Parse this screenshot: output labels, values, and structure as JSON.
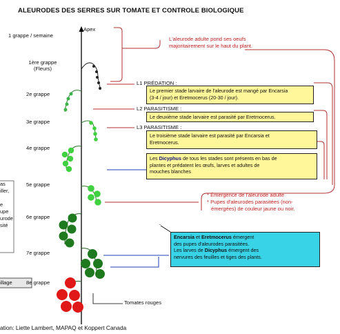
{
  "title": "ALEURODES DES SERRES SUR TOMATE ET CONTROLE BIOLOGIQUE",
  "apex": "Apex",
  "grappes": {
    "g1": "1 grappe / semaine",
    "g1ere_a": "1ère grappe",
    "g1ere_b": "(Fleurs)",
    "g2": "2e grappe",
    "g3": "3e grappe",
    "g4": "4e grappe",
    "g5": "5e grappe",
    "g6": "6e grappe",
    "g7": "7e grappe",
    "g8": "8e grappe"
  },
  "top_note": [
    "L'aleurode adulte pond ses oeufs",
    "majoritairement sur le haut du plant."
  ],
  "stages": {
    "l1_label": "L1  PRÉDATION :",
    "l1_text": [
      "Le premier stade larvaire de l'aleurode est mangé par Encarsia",
      "(3-4 / jour) et Eretmocerus (20-30 / jour)."
    ],
    "l2_label": "L2  PARASITISME :",
    "l2_text": "Le deuxième stade larvaire est parasité par Eretmocerus.",
    "l3_label": "L3  PARASITISME :",
    "l3_text": [
      "Le troisième stade larvaire est parasité par Encarsia et",
      "Eretmocerus."
    ]
  },
  "dicyphus_box": {
    "line1_pre": "Les ",
    "line1_bold": "Dicyphus",
    "line1_post": " de tous les stades sont présents en bas de",
    "line2": "plantes et prédatent  les œufs, larves et adultes de",
    "line3": "mouches blanches"
  },
  "red_notes": {
    "n1": "* Émergence de l'aleurode adulte",
    "n2": "* Pupes d'aleurodes parasitées (non-",
    "n3": "émergées) de couleur jaune ou noir."
  },
  "cyan_box": {
    "b1": "Encarsia",
    "mid1": " et ",
    "b2": "Eretmocerus",
    "post1": " émergent",
    "line2": "des pupes d'aleurodes parasitées.",
    "line3_pre": "Les larves de ",
    "line3_bold": "Dicyphus",
    "line3_post": " émergent des",
    "line4": "nervures des feuilles et tiges des plants."
  },
  "tomates": "Tomates rouges",
  "left_box_lines": [
    "as",
    "iller,",
    "",
    "e",
    "upe",
    "urode",
    "sité"
  ],
  "left_label": "illage",
  "credit": "ation: Liette Lambert, MAPAQ et Koppert Canada",
  "colors": {
    "stem": "#000000",
    "red_line": "#b03030",
    "green_dark": "#1f7a1f",
    "green_light": "#3fd13f",
    "tomato": "#e01818",
    "yellow_box": "#fff79a",
    "cyan_box": "#38d3e6"
  }
}
